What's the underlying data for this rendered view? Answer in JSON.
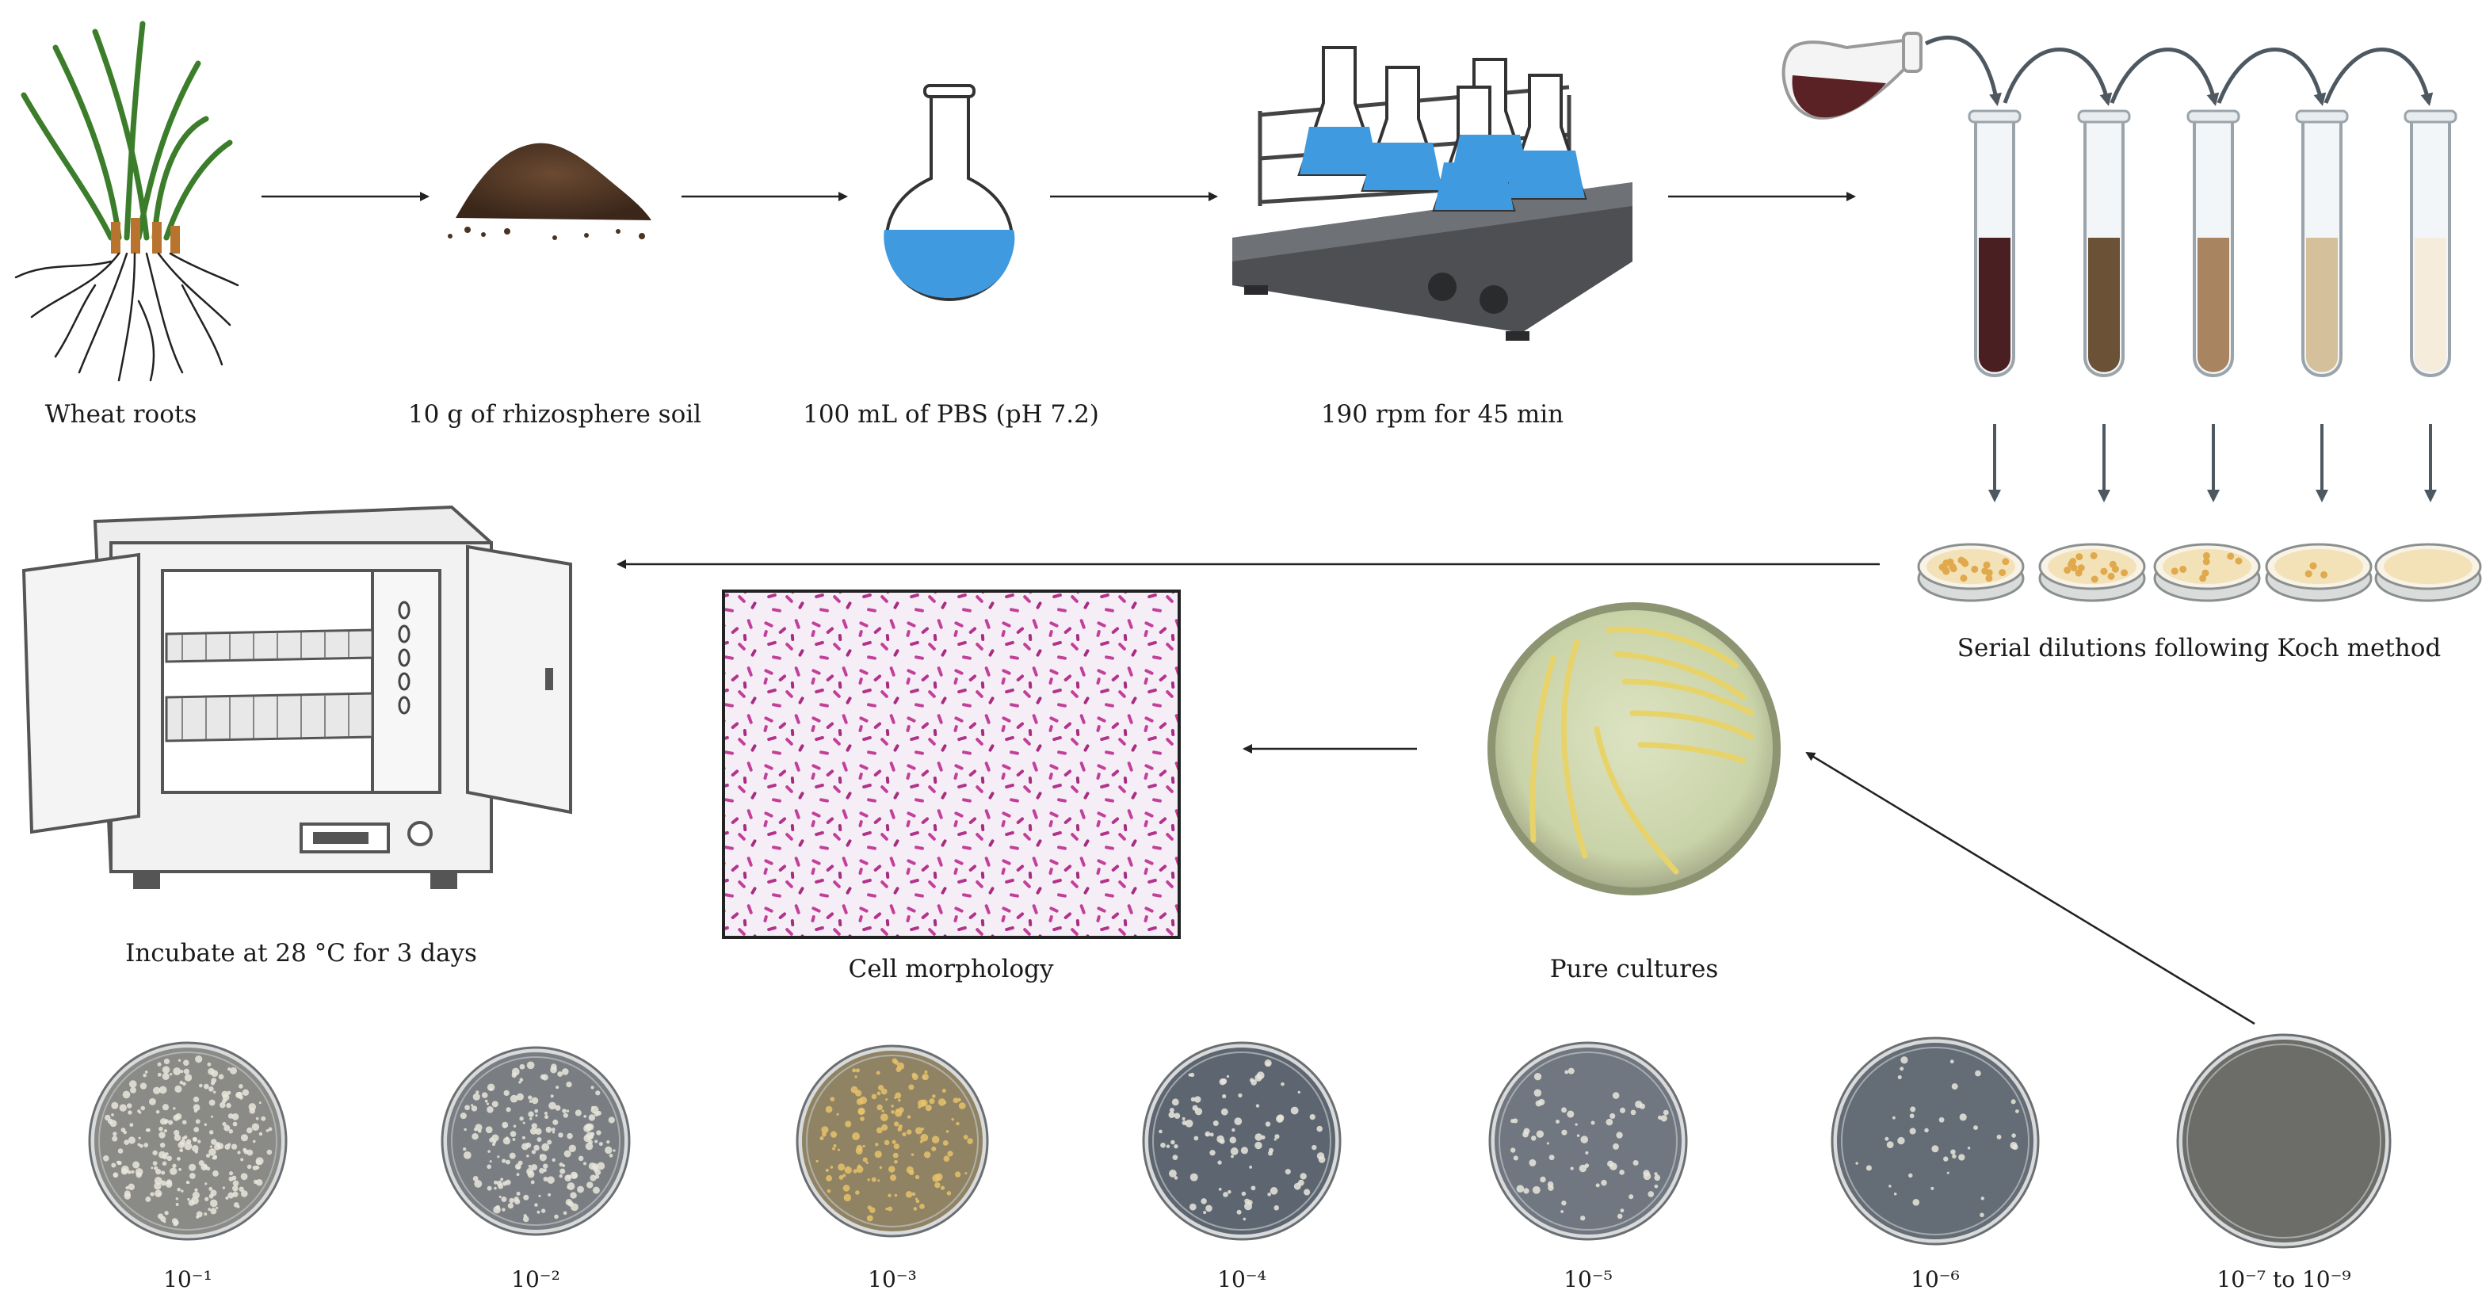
{
  "workflow": {
    "labels": {
      "wheat_roots": "Wheat roots",
      "soil": "10 g of rhizosphere soil",
      "pbs": "100 mL of PBS (pH 7.2)",
      "shaker": "190 rpm for 45 min",
      "serial_dilutions": "Serial dilutions following Koch method",
      "incubate": "Incubate at 28 °C for 3 days",
      "cell_morphology": "Cell morphology",
      "pure_cultures": "Pure cultures"
    },
    "dilution_tube_colors": [
      "#4a1f22",
      "#6b5135",
      "#a98461",
      "#d4c19c",
      "#f5ecdc"
    ],
    "liquid_color": "#3f9ae0",
    "gram_stain_color": "#c2409a",
    "plates": [
      {
        "label": "10⁻¹",
        "colony_density": 0.95,
        "tint": "#8a8a86"
      },
      {
        "label": "10⁻²",
        "colony_density": 0.75,
        "tint": "#7a7e82"
      },
      {
        "label": "10⁻³",
        "colony_density": 0.55,
        "tint": "#8f8364"
      },
      {
        "label": "10⁻⁴",
        "colony_density": 0.35,
        "tint": "#5d6670"
      },
      {
        "label": "10⁻⁵",
        "colony_density": 0.25,
        "tint": "#707780"
      },
      {
        "label": "10⁻⁶",
        "colony_density": 0.15,
        "tint": "#646c76"
      },
      {
        "label": "10⁻⁷ to 10⁻⁹",
        "colony_density": 0.0,
        "tint": "#6c6c68"
      }
    ]
  }
}
